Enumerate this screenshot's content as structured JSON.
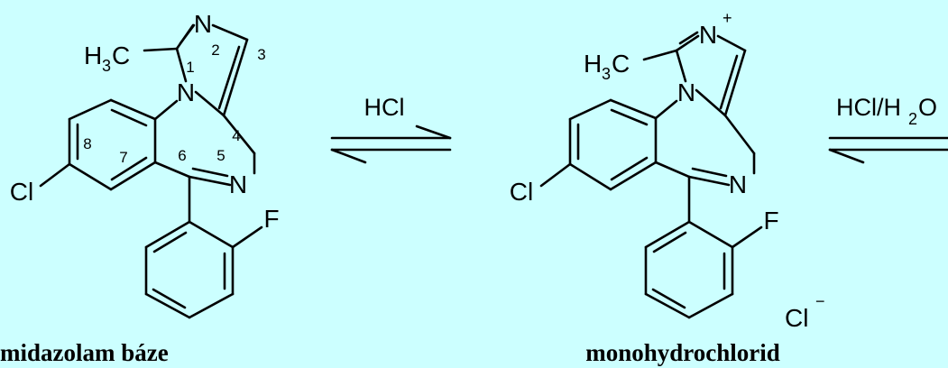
{
  "molecule_left": {
    "atoms": {
      "n_top": "N",
      "n_ring": "N",
      "n_imine": "N",
      "cl": "Cl",
      "f": "F",
      "h": "H",
      "h_sub": "3",
      "c_methyl": "C"
    },
    "numbering": [
      "1",
      "2",
      "3",
      "4",
      "5",
      "6",
      "7",
      "8"
    ],
    "caption": "midazolam báze"
  },
  "arrow_1": {
    "reagent": "HCl"
  },
  "molecule_right": {
    "atoms": {
      "n_top": "N",
      "charge_plus": "+",
      "n_ring": "N",
      "n_imine": "N",
      "cl": "Cl",
      "f": "F",
      "h": "H",
      "h_sub": "3",
      "c_methyl": "C",
      "counter_ion": "Cl",
      "charge_minus": "−"
    },
    "caption": "monohydrochlorid"
  },
  "arrow_2": {
    "reagent_main": "HCl/H",
    "reagent_sub": "2",
    "reagent_tail": "O"
  }
}
